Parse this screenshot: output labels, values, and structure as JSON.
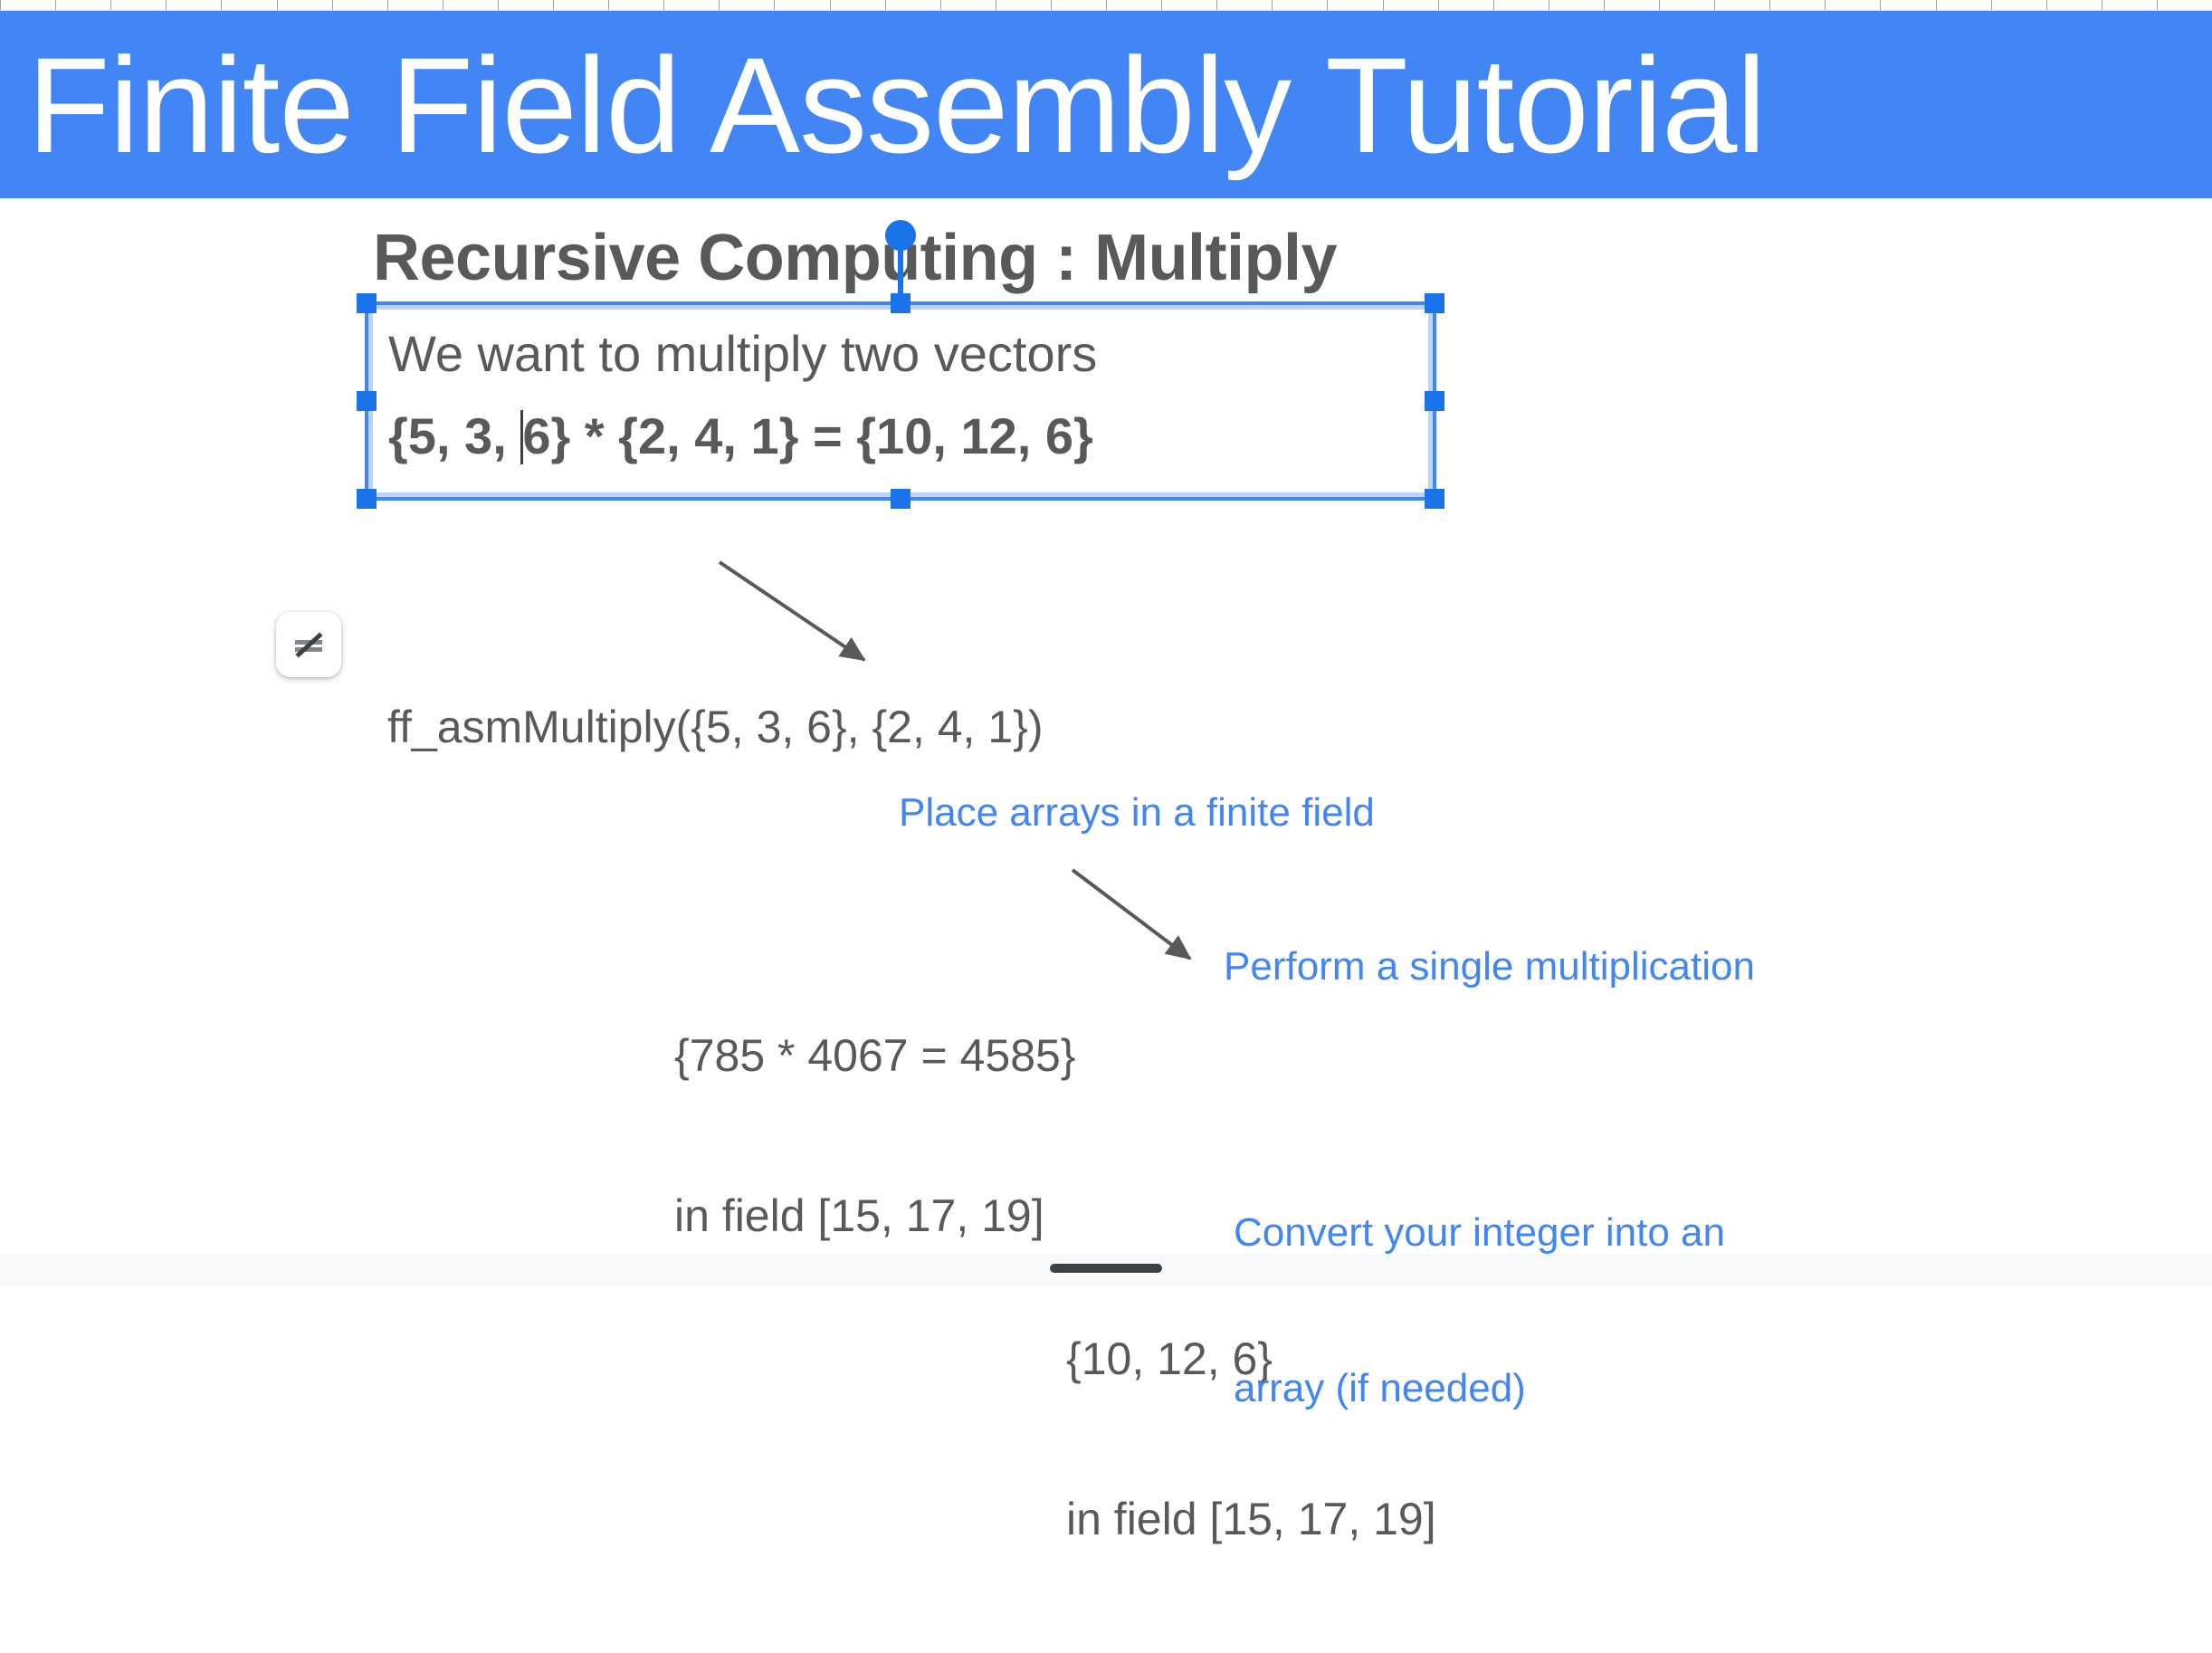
{
  "app": {
    "title_banner": "Finite Field Assembly Tutorial",
    "banner_color": "#4285f4"
  },
  "ruler": {
    "name": "horizontal-ruler",
    "tick_count": 40
  },
  "slide": {
    "heading": "Recursive Computing : Multiply",
    "heading_color": "#595959",
    "body_color": "#595959",
    "annotation_color": "#4285f4"
  },
  "selected_textbox": {
    "selected": true,
    "line_1": "We want to multiply two vectors",
    "line_2_before_caret": "{5, 3, ",
    "line_2_after_caret": "6} * {2, 4, 1} = {10, 12, 6}",
    "handle_color": "#1a73e8",
    "handles": [
      "top-left",
      "top-center",
      "top-right",
      "middle-left",
      "middle-right",
      "bottom-left",
      "bottom-center",
      "bottom-right"
    ],
    "rotate_handle": "rotate-handle"
  },
  "floating_button": {
    "icon": "strikethrough-lines-icon",
    "tooltip": ""
  },
  "flow": {
    "call": "ff_asmMultiply({5, 3, 6}, {2, 4, 1})",
    "step2_line1": "{785 * 4067 = 4585}",
    "step2_line2": "in field [15, 17, 19]",
    "step3_line1": "{10, 12, 6}",
    "step3_line2": "in field [15, 17, 19]",
    "note1": "Place arrays in a finite field",
    "note2": "Perform a single multiplication",
    "note3_line1": "Convert your integer into an",
    "note3_line2": "array (if needed)"
  },
  "bottom_bar": {
    "home_indicator": "home-indicator"
  }
}
